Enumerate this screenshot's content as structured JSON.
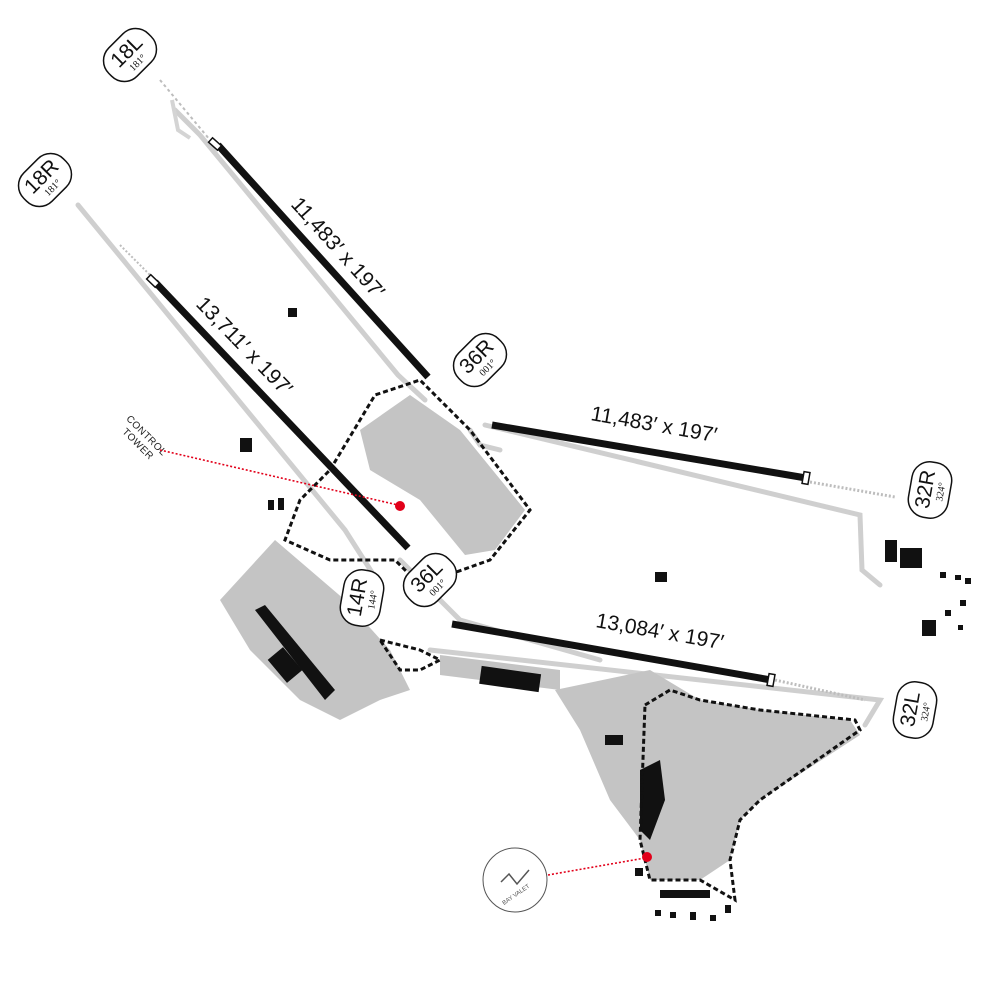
{
  "runways": [
    {
      "id": "18L-36R",
      "length_label": "11,483′ x 197′"
    },
    {
      "id": "18R-36L",
      "length_label": "13,711′ x 197′"
    },
    {
      "id": "36R-32R",
      "length_label": "11,483′ x 197′"
    },
    {
      "id": "14R-32L",
      "length_label": "13,084′ x 197′"
    }
  ],
  "runway_tags": [
    {
      "name": "18L",
      "heading": "181°"
    },
    {
      "name": "18R",
      "heading": "181°"
    },
    {
      "name": "36R",
      "heading": "001°"
    },
    {
      "name": "36L",
      "heading": "001°"
    },
    {
      "name": "14R",
      "heading": "144°"
    },
    {
      "name": "32R",
      "heading": "324°"
    },
    {
      "name": "32L",
      "heading": "324°"
    }
  ],
  "landmarks": {
    "control_tower_line1": "CONTROL",
    "control_tower_line2": "TOWER",
    "barajas_logo_text": "BAY VALET"
  },
  "colors": {
    "runway": "#111111",
    "taxiway": "#c8c8c8",
    "apron": "#bdbdbd",
    "perimeter": "#111111",
    "marker": "#e2001a"
  }
}
